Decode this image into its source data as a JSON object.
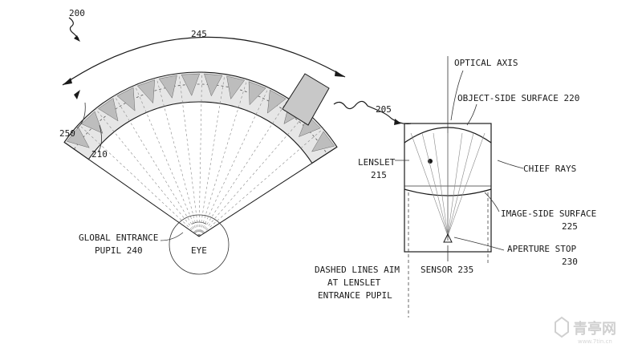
{
  "labels": {
    "fig_ref": "200",
    "arc_ref": "245",
    "lenslet_ref": "250",
    "element_ref": "210",
    "detail_ref": "205",
    "global_pupil_1": "GLOBAL ENTRANCE",
    "global_pupil_2": "PUPIL 240",
    "eye": "EYE",
    "optical_axis": "OPTICAL AXIS",
    "object_surface": "OBJECT-SIDE SURFACE 220",
    "lenslet_1": "LENSLET",
    "lenslet_2": "215",
    "chief_rays": "CHIEF RAYS",
    "image_surface_1": "IMAGE-SIDE SURFACE",
    "image_surface_2": "225",
    "aperture_1": "APERTURE STOP",
    "aperture_2": "230",
    "sensor": "SENSOR 235",
    "dashed_1": "DASHED LINES AIM",
    "dashed_2": "AT LENSLET",
    "dashed_3": "ENTRANCE PUPIL"
  },
  "watermark": {
    "text": "青亭网",
    "sub": "www.7tin.cn"
  },
  "colors": {
    "line": "#1a1a1a",
    "shade": "#d6d6d6"
  }
}
